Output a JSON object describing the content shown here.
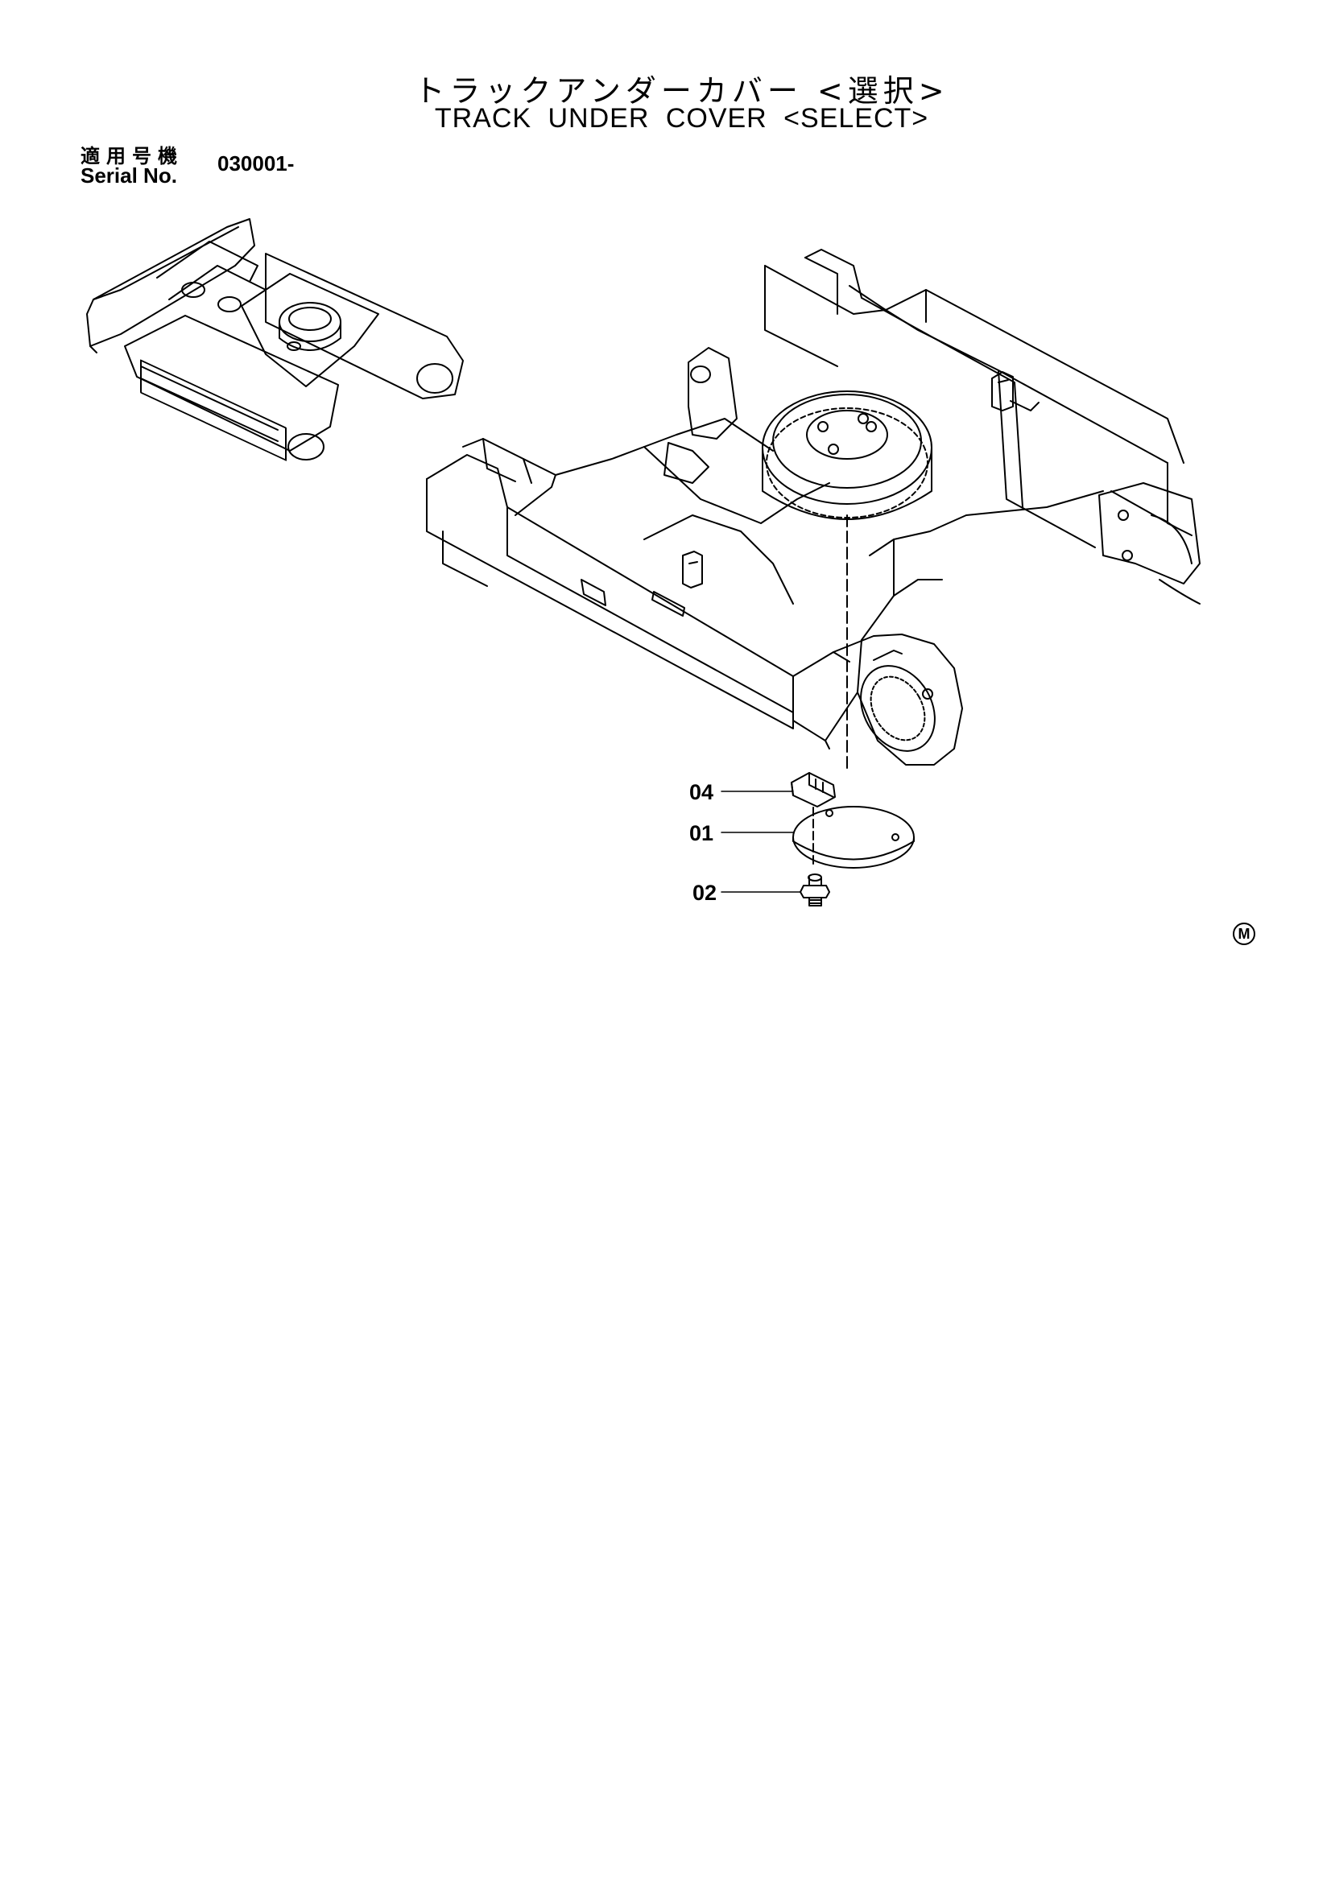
{
  "header": {
    "title_jp": "トラックアンダーカバー <選択>",
    "title_en": "TRACK UNDER COVER <SELECT>",
    "serial_label_jp": "適用号機",
    "serial_label_en": "Serial No.",
    "serial_value": "030001-"
  },
  "callouts": [
    {
      "id": "04",
      "part": "clip"
    },
    {
      "id": "01",
      "part": "cover-plate"
    },
    {
      "id": "02",
      "part": "bolt"
    }
  ],
  "mark": "M",
  "colors": {
    "ink": "#000000",
    "paper": "#ffffff"
  }
}
